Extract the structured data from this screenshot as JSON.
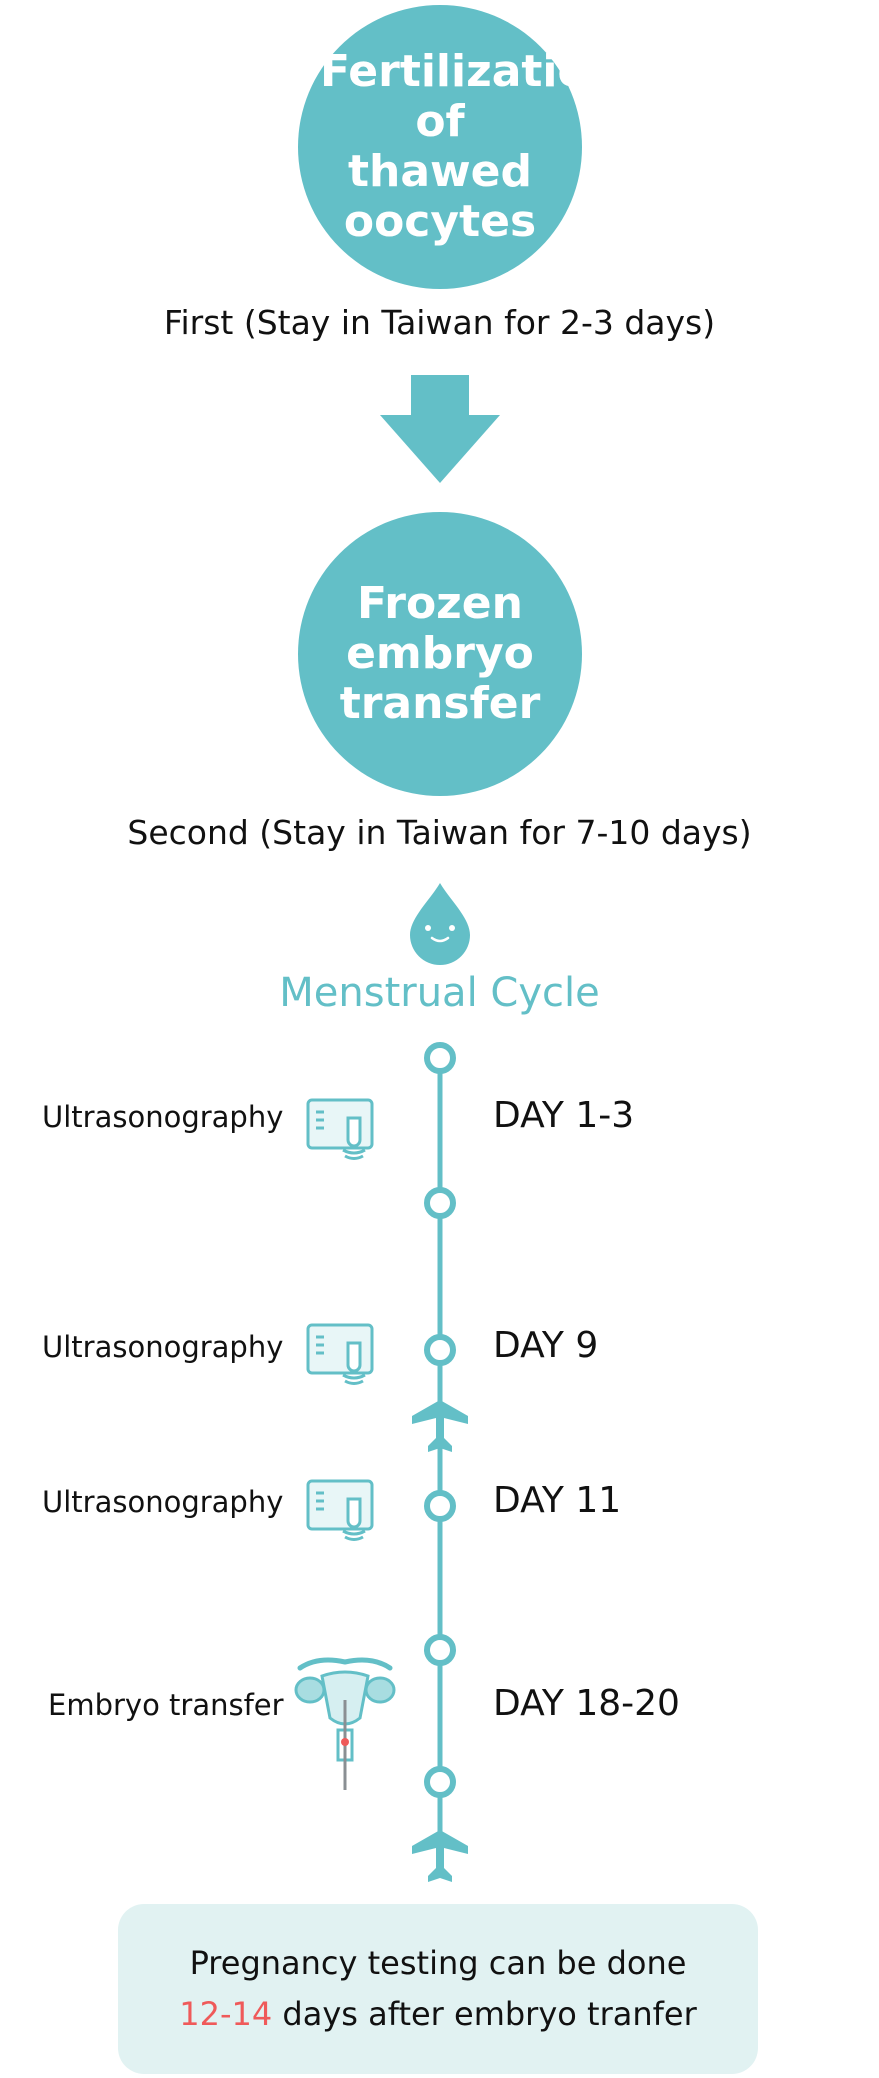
{
  "step1": {
    "title": "Fertilization of thawed oocytes",
    "caption": "First (Stay in Taiwan for 2-3 days)"
  },
  "step2": {
    "title": "Frozen embryo transfer",
    "caption": "Second (Stay in Taiwan for 7-10 days)"
  },
  "cycle": {
    "title": "Menstrual Cycle",
    "rows": [
      {
        "procedure": "Ultrasonography",
        "day": "DAY 1-3",
        "icon": "ultrasound-monitor-icon"
      },
      {
        "procedure": "Ultrasonography",
        "day": "DAY 9",
        "icon": "ultrasound-monitor-icon"
      },
      {
        "procedure": "Ultrasonography",
        "day": "DAY 11",
        "icon": "ultrasound-monitor-icon"
      },
      {
        "procedure": "Embryo transfer",
        "day": "DAY 18-20",
        "icon": "uterus-catheter-icon"
      }
    ]
  },
  "result": {
    "line1": "Pregnancy testing can be done",
    "highlight": "12-14",
    "line2_rest": "days after embryo tranfer"
  },
  "colors": {
    "teal": "#63bfc7",
    "highlight_red": "#ef5a5a",
    "box_bg": "#e1f2f2"
  }
}
